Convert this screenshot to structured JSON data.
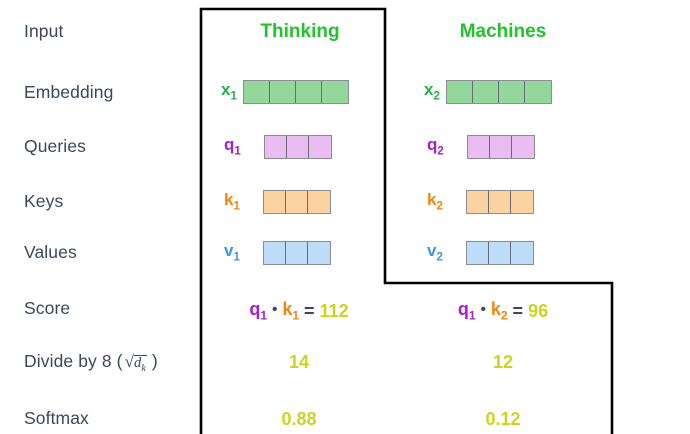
{
  "diagram": {
    "title": "self-attention-calculation",
    "colors": {
      "label_text": "#3c4858",
      "word_header": "#22c32c",
      "embedding": "#22b24c",
      "query": "#a31fd0",
      "key": "#f58410",
      "value": "#3f93ec",
      "number": "#cdd41b",
      "embedding_fill": "#93d89a",
      "query_fill": "#e9bdf2",
      "key_fill": "#fad3a0",
      "value_fill": "#bddcf7",
      "frame": "#000000"
    }
  },
  "row_labels": [
    {
      "id": "input",
      "text": "Input"
    },
    {
      "id": "embedding",
      "text": "Embedding"
    },
    {
      "id": "queries",
      "text": "Queries"
    },
    {
      "id": "keys",
      "text": "Keys"
    },
    {
      "id": "values",
      "text": "Values"
    },
    {
      "id": "score",
      "text": "Score"
    },
    {
      "id": "divide",
      "text": "Divide by 8 (",
      "math_radicand": "d",
      "math_subscript": "k",
      "text_close": ")"
    },
    {
      "id": "softmax",
      "text": "Softmax"
    }
  ],
  "columns": [
    {
      "word": "Thinking",
      "embedding": {
        "tag": "x",
        "sub": "1",
        "cells": 4
      },
      "query": {
        "tag": "q",
        "sub": "1",
        "cells": 3
      },
      "key": {
        "tag": "k",
        "sub": "1",
        "cells": 3
      },
      "value": {
        "tag": "v",
        "sub": "1",
        "cells": 3
      },
      "score": {
        "q_tag": "q",
        "q_sub": "1",
        "dot": "•",
        "k_tag": "k",
        "k_sub": "1",
        "equals": "=",
        "value": "112"
      },
      "divided": "14",
      "softmax": "0.88"
    },
    {
      "word": "Machines",
      "embedding": {
        "tag": "x",
        "sub": "2",
        "cells": 4
      },
      "query": {
        "tag": "q",
        "sub": "2",
        "cells": 3
      },
      "key": {
        "tag": "k",
        "sub": "2",
        "cells": 3
      },
      "value": {
        "tag": "v",
        "sub": "2",
        "cells": 3
      },
      "score": {
        "q_tag": "q",
        "q_sub": "1",
        "dot": "•",
        "k_tag": "k",
        "k_sub": "2",
        "equals": "=",
        "value": "96"
      },
      "divided": "12",
      "softmax": "0.12"
    }
  ]
}
